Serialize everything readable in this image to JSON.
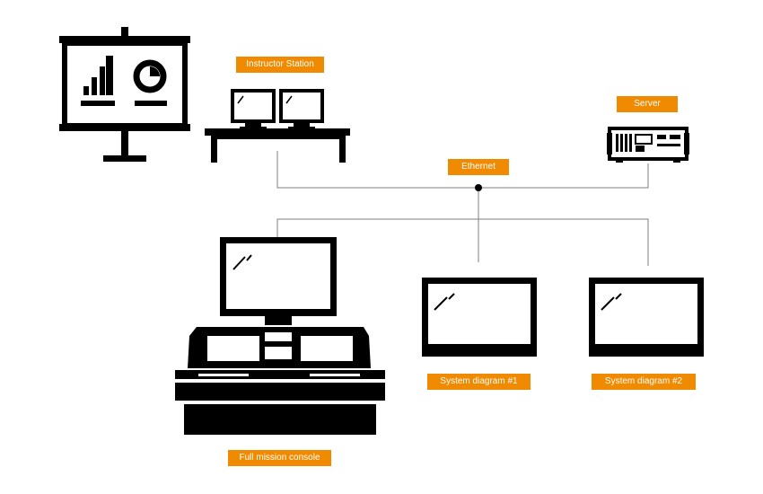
{
  "labels": {
    "instructor_station": "Instructor Station",
    "server": "Server",
    "ethernet": "Ethernet",
    "system_diagram_1": "System diagram #1",
    "system_diagram_2": "System diagram #2",
    "full_mission_console": "Full mission console"
  },
  "colors": {
    "label_bg": "#f08a00",
    "icon": "#000000",
    "line": "#7f7f7f"
  },
  "icons": {
    "presentation": "presentation-board-icon",
    "workstation": "instructor-workstation-icon",
    "server": "server-rack-icon",
    "console": "mission-console-icon",
    "monitor": "monitor-icon"
  }
}
